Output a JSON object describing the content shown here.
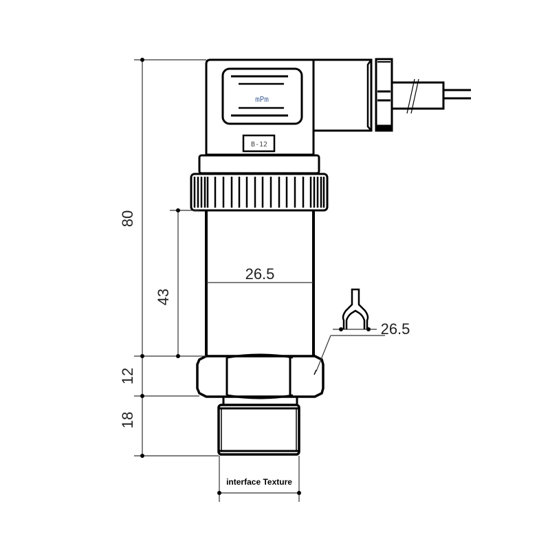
{
  "drawing": {
    "type": "pressure transmitter technical dimension drawing",
    "connector": {
      "display_label": "mPm",
      "model_tag": "B-12"
    },
    "dimensions": {
      "overall_height": "80",
      "body_height": "43",
      "hex_height": "12",
      "thread_height": "18",
      "body_diameter": "26.5",
      "wrench_size": "26.5"
    },
    "thread_label": "interface Texture"
  },
  "colors": {
    "line": "#000000",
    "dim_line": "#333333",
    "text": "#222222",
    "label_blue": "#4a6a9a",
    "background": "#ffffff"
  }
}
